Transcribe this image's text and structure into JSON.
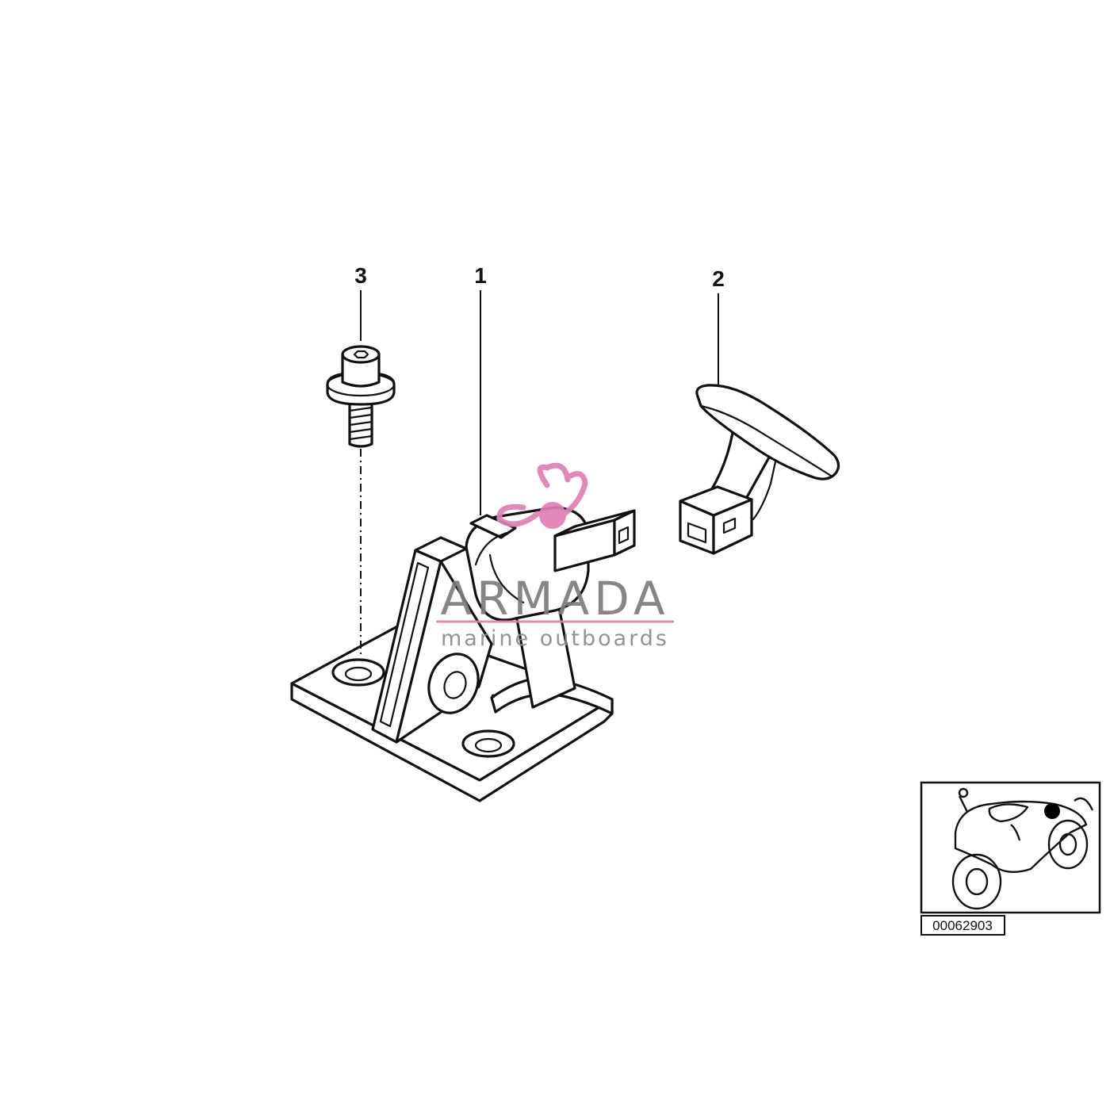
{
  "callouts": [
    "1",
    "2",
    "3"
  ],
  "watermark": {
    "main": "ARMADA",
    "sub": "marine outboards",
    "logo_color": "#e07fb5",
    "text_color": "#7c7c7c"
  },
  "reference": {
    "code": "00062903"
  },
  "colors": {
    "line": "#111111",
    "background": "#ffffff"
  }
}
